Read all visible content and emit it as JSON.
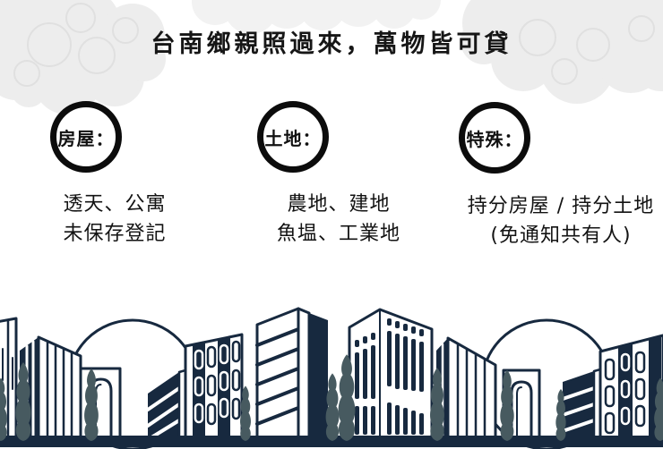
{
  "page": {
    "title": "台南鄉親照過來，萬物皆可貸"
  },
  "categories": [
    {
      "id": "house",
      "label": "房屋：",
      "lines": [
        "透天、公寓",
        "未保存登記"
      ]
    },
    {
      "id": "land",
      "label": "土地：",
      "lines": [
        "農地、建地",
        "魚塭、工業地"
      ]
    },
    {
      "id": "special",
      "label": "特殊：",
      "lines": [
        "持分房屋 / 持分土地",
        "(免通知共有人)"
      ]
    }
  ],
  "colors": {
    "ink": "#131313",
    "badge_ring": "#0c0c0c",
    "skyline_navy": "#17293f",
    "tree_green": "#475a60",
    "cloud_gray": "#ededed",
    "background": "#ffffff"
  },
  "decorations": {
    "clouds": "chinese-swirl-cloud-pattern",
    "skyline": "navy-city-skyline-with-cypress-trees-and-domes"
  }
}
